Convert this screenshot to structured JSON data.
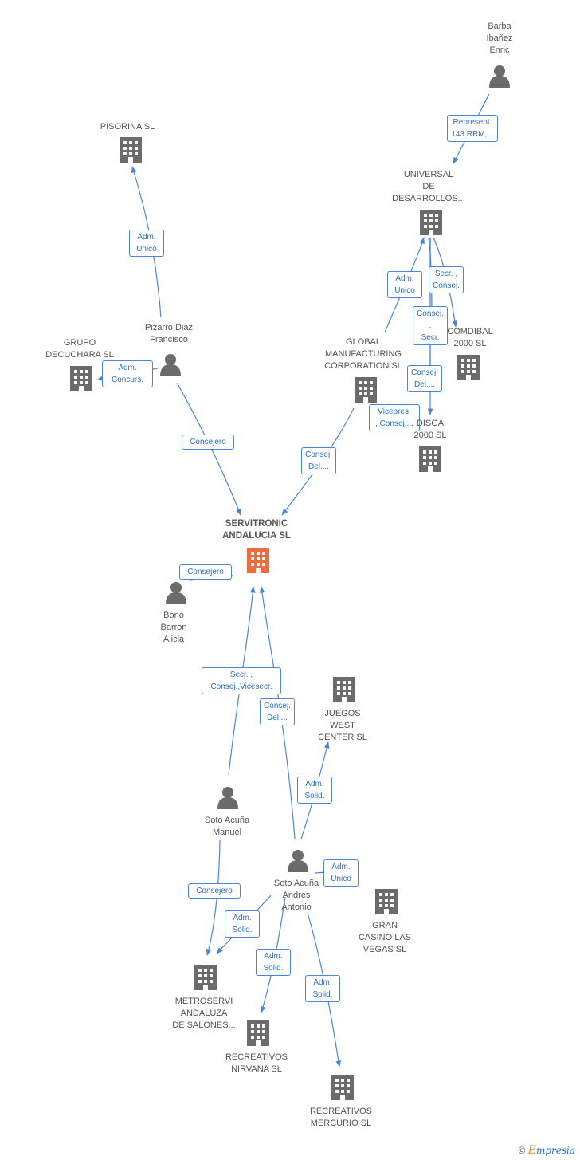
{
  "diagram": {
    "nodes": [
      {
        "id": "barba",
        "type": "person",
        "label": "Barba\nIbañez\nEnric"
      },
      {
        "id": "pisorina",
        "type": "company",
        "label": "PISORINA SL"
      },
      {
        "id": "universal",
        "type": "company",
        "label": "UNIVERSAL\nDE\nDESARROLLOS..."
      },
      {
        "id": "pizarro",
        "type": "person",
        "label": "Pizarro Diaz\nFrancisco"
      },
      {
        "id": "grupo",
        "type": "company",
        "label": "GRUPO\nDECUCHARA SL"
      },
      {
        "id": "global",
        "type": "company",
        "label": "GLOBAL\nMANUFACTURING\nCORPORATION SL"
      },
      {
        "id": "comdibal",
        "type": "company",
        "label": "COMDIBAL\n2000 SL"
      },
      {
        "id": "disga",
        "type": "company",
        "label": "DISGA\n2000 SL"
      },
      {
        "id": "servitronic",
        "type": "company-main",
        "label": "SERVITRONIC\nANDALUCIA SL"
      },
      {
        "id": "bono",
        "type": "person",
        "label": "Bono\nBarron\nAlicia"
      },
      {
        "id": "juegos",
        "type": "company",
        "label": "JUEGOS\nWEST\nCENTER SL"
      },
      {
        "id": "manuel",
        "type": "person",
        "label": "Soto Acuña\nManuel"
      },
      {
        "id": "andres",
        "type": "person",
        "label": "Soto Acuña\nAndres\nAntonio"
      },
      {
        "id": "gran",
        "type": "company",
        "label": "GRAN\nCASINO LAS\nVEGAS SL"
      },
      {
        "id": "metroservi",
        "type": "company",
        "label": "METROSERVI\nANDALUZA\nDE SALONES..."
      },
      {
        "id": "nirvana",
        "type": "company",
        "label": "RECREATIVOS\nNIRVANA SL"
      },
      {
        "id": "mercurio",
        "type": "company",
        "label": "RECREATIVOS\nMERCURIO SL"
      }
    ],
    "edges": [
      {
        "id": "e1",
        "from": "barba",
        "to": "universal",
        "label": "Represent.\n143 RRM,..."
      },
      {
        "id": "e2",
        "from": "pizarro",
        "to": "pisorina",
        "label": "Adm.\nUnico"
      },
      {
        "id": "e3",
        "from": "global",
        "to": "universal",
        "label": "Adm.\nUnico"
      },
      {
        "id": "e4",
        "from": "universal",
        "to": "comdibal",
        "label": "Secr. ,\nConsej."
      },
      {
        "id": "e5",
        "from": "universal",
        "to": "comdibal",
        "label": "Consej. ,\nSecr."
      },
      {
        "id": "e6",
        "from": "universal",
        "to": "disga",
        "label": "Consej.\nDel...."
      },
      {
        "id": "e7",
        "from": "universal",
        "to": "disga",
        "label": "Vicepres.\n, Consej...."
      },
      {
        "id": "e8",
        "from": "pizarro",
        "to": "grupo",
        "label": "Adm.\nConcurs."
      },
      {
        "id": "e9",
        "from": "pizarro",
        "to": "servitronic",
        "label": "Consejero"
      },
      {
        "id": "e10",
        "from": "global",
        "to": "servitronic",
        "label": "Consej.\nDel...."
      },
      {
        "id": "e11",
        "from": "bono",
        "to": "servitronic",
        "label": "Consejero"
      },
      {
        "id": "e12",
        "from": "manuel",
        "to": "servitronic",
        "label": "Secr. ,\nConsej.,Vicesecr."
      },
      {
        "id": "e13",
        "from": "andres",
        "to": "servitronic",
        "label": "Consej.\nDel...."
      },
      {
        "id": "e14",
        "from": "andres",
        "to": "juegos",
        "label": "Adm.\nSolid."
      },
      {
        "id": "e15",
        "from": "andres",
        "to": "gran",
        "label": "Adm.\nUnico"
      },
      {
        "id": "e16",
        "from": "manuel",
        "to": "metroservi",
        "label": "Consejero"
      },
      {
        "id": "e17",
        "from": "andres",
        "to": "metroservi",
        "label": "Adm.\nSolid."
      },
      {
        "id": "e18",
        "from": "andres",
        "to": "nirvana",
        "label": "Adm.\nSolid."
      },
      {
        "id": "e19",
        "from": "andres",
        "to": "mercurio",
        "label": "Adm.\nSolid."
      }
    ]
  },
  "colors": {
    "edge": "#4a86d8",
    "node_icon": "#6b6b6b",
    "main_icon": "#f26b3a"
  },
  "brand": {
    "copyright": "©",
    "initial": "E",
    "name": "mpresia"
  }
}
